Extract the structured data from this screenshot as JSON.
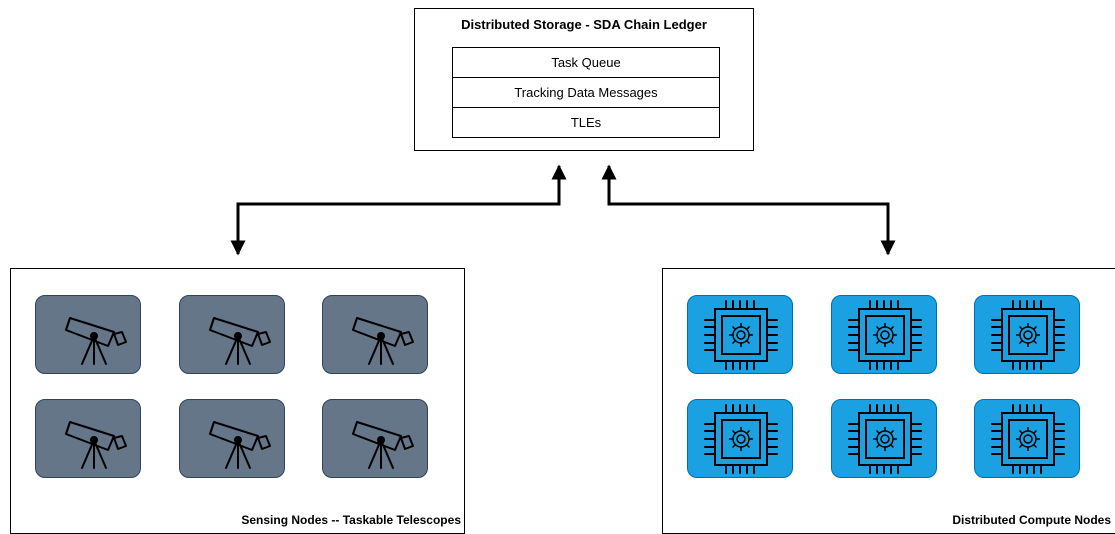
{
  "storage": {
    "title": "Distributed Storage - SDA Chain Ledger",
    "rows": [
      "Task Queue",
      "Tracking Data Messages",
      "TLEs"
    ]
  },
  "sensing": {
    "caption": "Sensing Nodes -- Taskable Telescopes",
    "node_icon": "telescope-icon",
    "node_count": 6,
    "tile_color": "#647687"
  },
  "compute": {
    "caption": "Distributed Compute Nodes",
    "node_icon": "processor-chip-icon",
    "node_count": 6,
    "tile_color": "#1ba1e2"
  },
  "connectors": [
    {
      "from": "sensing-nodes",
      "to": "storage",
      "direction": "bidirectional"
    },
    {
      "from": "compute-nodes",
      "to": "storage",
      "direction": "bidirectional"
    }
  ]
}
